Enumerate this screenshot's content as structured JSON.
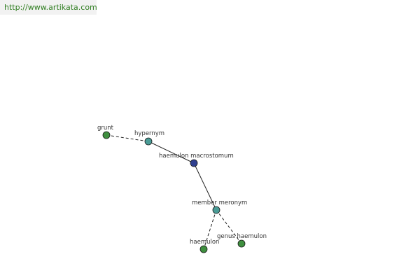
{
  "header": {
    "url": "http://www.artikata.com"
  },
  "graph": {
    "colors": {
      "center": "#2f3f8f",
      "relation": "#4a9c96",
      "term": "#3f8f3f",
      "edge": "#222222"
    },
    "nodes": [
      {
        "id": "grunt",
        "label": "grunt",
        "kind": "term"
      },
      {
        "id": "hypernym",
        "label": "hypernym",
        "kind": "relation"
      },
      {
        "id": "haemulon-macrostomum",
        "label": "haemulon macrostomum",
        "kind": "center"
      },
      {
        "id": "member-meronym",
        "label": "member meronym",
        "kind": "relation"
      },
      {
        "id": "haemulon",
        "label": "haemulon",
        "kind": "term"
      },
      {
        "id": "genus-haemulon",
        "label": "genus haemulon",
        "kind": "term"
      }
    ],
    "edges": [
      {
        "from": "grunt",
        "to": "hypernym",
        "style": "dashed"
      },
      {
        "from": "hypernym",
        "to": "haemulon-macrostomum",
        "style": "solid"
      },
      {
        "from": "haemulon-macrostomum",
        "to": "member-meronym",
        "style": "solid"
      },
      {
        "from": "member-meronym",
        "to": "haemulon",
        "style": "dashed"
      },
      {
        "from": "member-meronym",
        "to": "genus-haemulon",
        "style": "dashed"
      }
    ]
  }
}
